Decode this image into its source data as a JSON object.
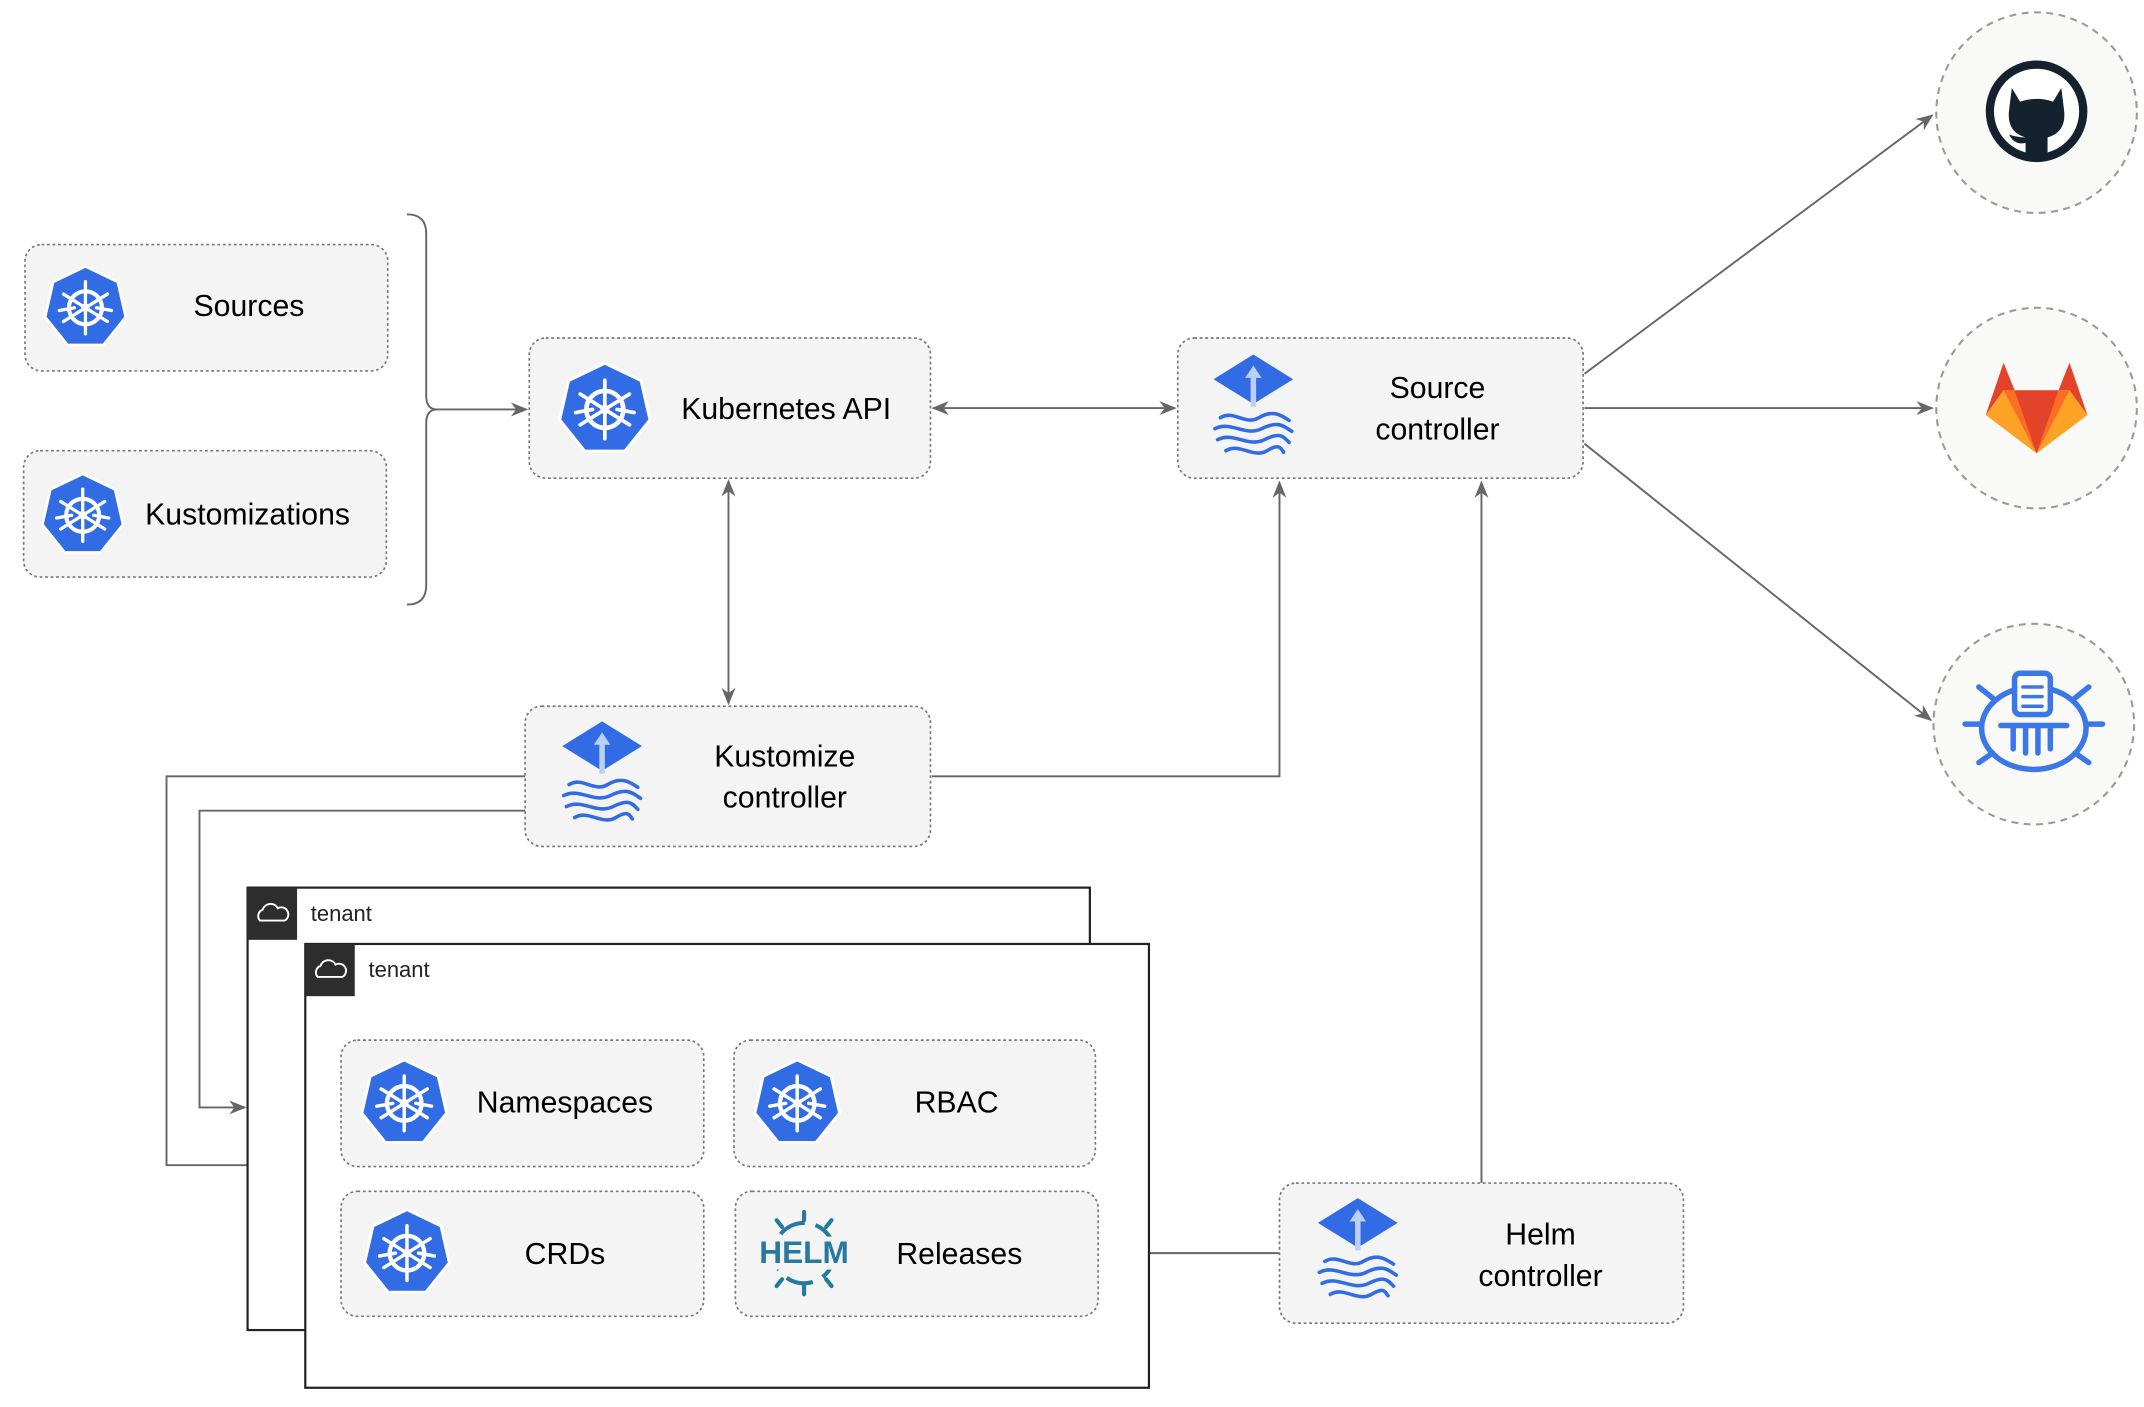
{
  "colors": {
    "kubernetes_blue": "#326ce5",
    "edge": "#666666",
    "box_fill": "#f4f4f4",
    "gitlab_orange": "#e24329",
    "gitlab_yellow": "#fca326",
    "github_dark": "#14222f",
    "helm_blue": "#277a9f"
  },
  "nodes": {
    "sources": "Sources",
    "kustomizations": "Kustomizations",
    "kubernetes_api": "Kubernetes API",
    "source_controller": [
      "Source",
      "controller"
    ],
    "kustomize_controller": [
      "Kustomize",
      "controller"
    ],
    "helm_controller": [
      "Helm",
      "controller"
    ],
    "namespaces": "Namespaces",
    "rbac": "RBAC",
    "crds": "CRDs",
    "releases": "Releases",
    "helm_logo": "HELM"
  },
  "tenants": [
    "tenant",
    "tenant"
  ],
  "external_sources": [
    "github-icon",
    "gitlab-icon",
    "bucket-icon"
  ]
}
